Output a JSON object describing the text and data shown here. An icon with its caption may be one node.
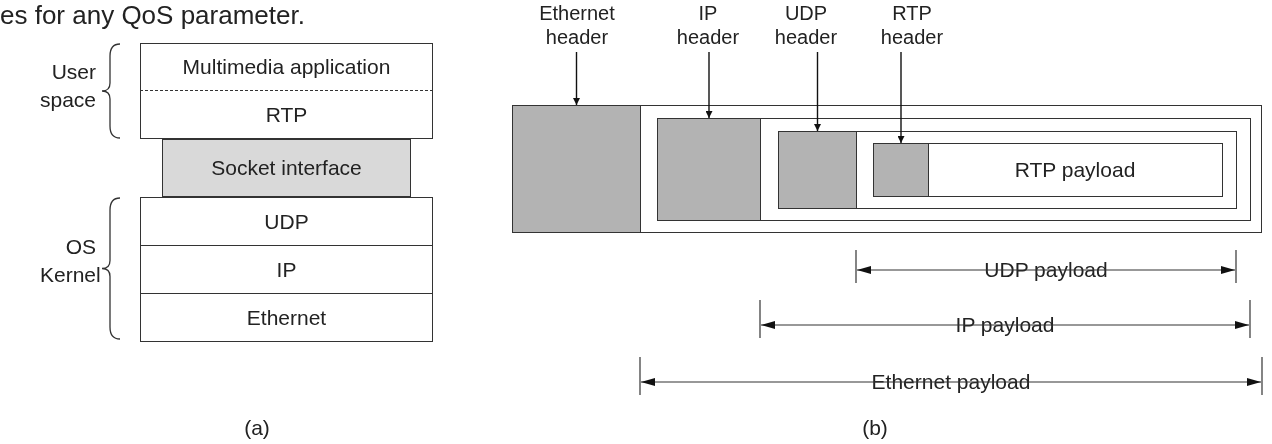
{
  "diagram": {
    "nodes": [
      {
        "text": [
          "Multimedia application"
        ]
      },
      {
        "text": [
          "RTP"
        ]
      },
      {
        "text": [
          "Socket interface"
        ]
      },
      {
        "text": [
          "UDP"
        ]
      },
      {
        "text": [
          "IP"
        ]
      },
      {
        "text": [
          "Ethernet"
        ]
      },
      {
        "text": [
          "Ethernet header"
        ]
      },
      {
        "text": [
          "IP header"
        ]
      },
      {
        "text": [
          "UDP header"
        ]
      },
      {
        "text": [
          "RTP header"
        ]
      },
      {
        "text": [],
        "shape": "box"
      },
      {
        "text": [],
        "shape": "box",
        "in": 10
      },
      {
        "text": [],
        "shape": "box",
        "in": 10
      },
      {
        "text": [],
        "shape": "box",
        "in": 12
      },
      {
        "text": [],
        "shape": "box",
        "in": 12
      },
      {
        "text": [],
        "shape": "box",
        "in": 14
      },
      {
        "text": [],
        "shape": "box",
        "in": 14
      },
      {
        "text": [],
        "shape": "box",
        "in": 16
      },
      {
        "text": [
          "RTP payload"
        ],
        "in": 16
      }
    ],
    "edges": [
      {
        "from": 6,
        "to": 11,
        "arrow": "to"
      },
      {
        "from": 7,
        "to": 13,
        "arrow": "to"
      },
      {
        "from": 8,
        "to": 15,
        "arrow": "to"
      },
      {
        "from": 9,
        "to": 17,
        "arrow": "to"
      }
    ],
    "labels": [
      "es for any QoS parameter.",
      "User space",
      "OS Kernel",
      "UDP payload",
      "IP payload",
      "Ethernet payload",
      "(a)",
      "(b)"
    ]
  }
}
